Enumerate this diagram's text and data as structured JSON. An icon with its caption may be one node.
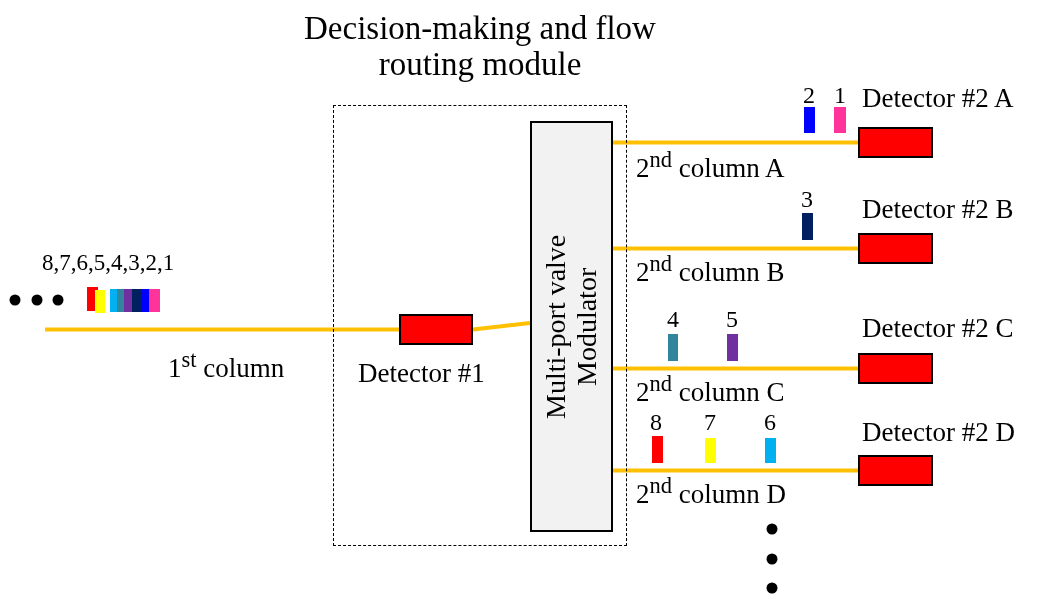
{
  "diagram": {
    "nodes": [
      {
        "text": [
          "Decision-making and flow routing module"
        ]
      },
      {
        "text": [
          "Detector #1"
        ],
        "in": 0
      },
      {
        "text": [
          "Multi-port valve Modulator"
        ],
        "in": 0
      },
      {
        "text": [
          "Detector #2 A"
        ]
      },
      {
        "text": [
          "Detector #2 B"
        ]
      },
      {
        "text": [
          "Detector #2 C"
        ]
      },
      {
        "text": [
          "Detector #2 D"
        ]
      }
    ],
    "edges": [
      {
        "from": null,
        "to": 1,
        "arrow": "none",
        "label": "1$^{st}$ column"
      },
      {
        "from": 1,
        "to": 2,
        "arrow": "none"
      },
      {
        "from": 2,
        "to": 3,
        "arrow": "none",
        "label": "2$^{nd}$ column A"
      },
      {
        "from": 2,
        "to": 4,
        "arrow": "none",
        "label": "2$^{nd}$ column B"
      },
      {
        "from": 2,
        "to": 5,
        "arrow": "none",
        "label": "2$^{nd}$ column C"
      },
      {
        "from": 2,
        "to": 6,
        "arrow": "none",
        "label": "2$^{nd}$ column D"
      }
    ],
    "labels": [
      "8,7,6,5,4,3,2,1",
      "2",
      "1",
      "3",
      "4",
      "5",
      "8",
      "7",
      "6"
    ]
  }
}
